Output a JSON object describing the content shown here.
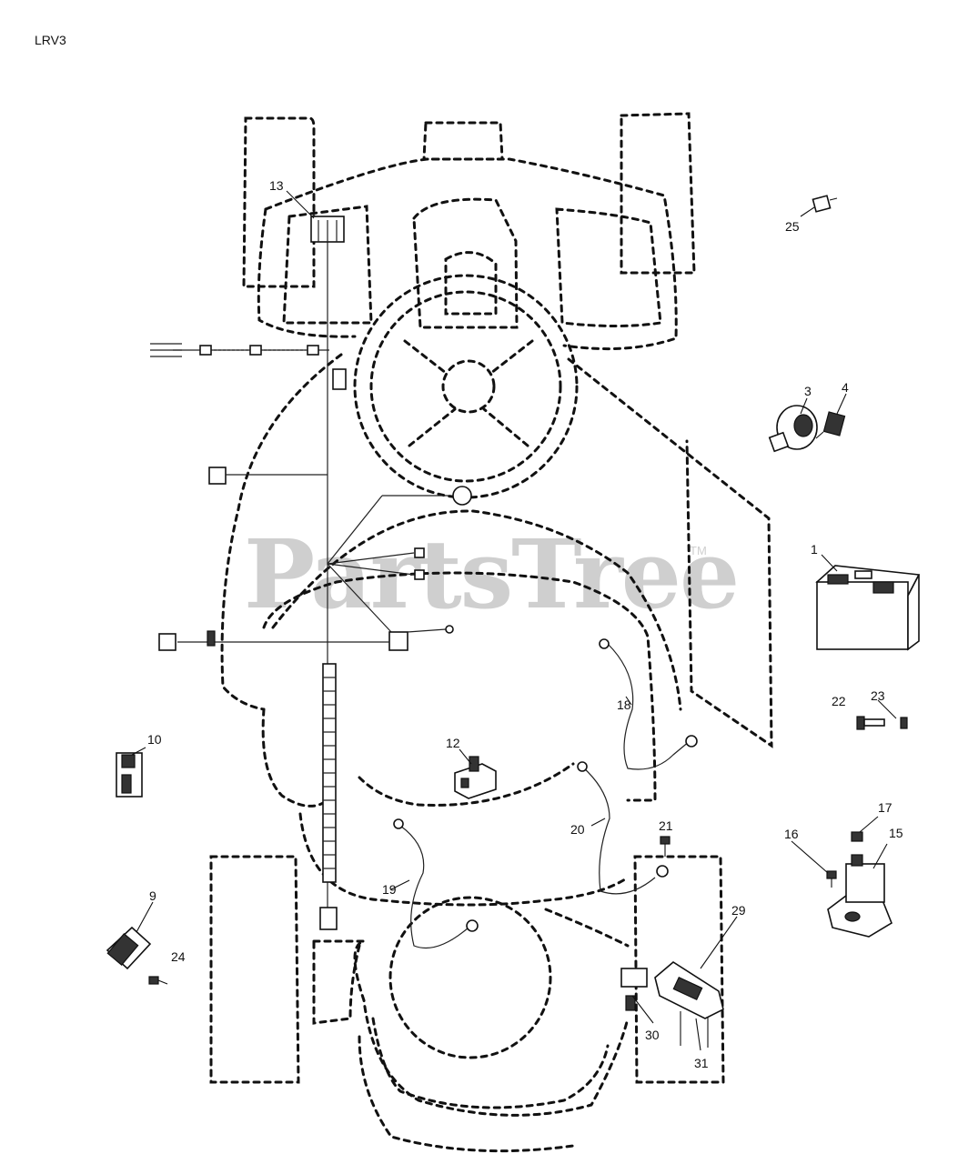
{
  "diagram": {
    "code": "LRV3",
    "watermark": "PartsTree",
    "trademark": "TM",
    "callouts": [
      {
        "id": "c1",
        "label": "1"
      },
      {
        "id": "c3",
        "label": "3"
      },
      {
        "id": "c4",
        "label": "4"
      },
      {
        "id": "c9",
        "label": "9"
      },
      {
        "id": "c10",
        "label": "10"
      },
      {
        "id": "c12",
        "label": "12"
      },
      {
        "id": "c13",
        "label": "13"
      },
      {
        "id": "c15",
        "label": "15"
      },
      {
        "id": "c16",
        "label": "16"
      },
      {
        "id": "c17",
        "label": "17"
      },
      {
        "id": "c18",
        "label": "18"
      },
      {
        "id": "c19",
        "label": "19"
      },
      {
        "id": "c20",
        "label": "20"
      },
      {
        "id": "c21",
        "label": "21"
      },
      {
        "id": "c22",
        "label": "22"
      },
      {
        "id": "c23",
        "label": "23"
      },
      {
        "id": "c24",
        "label": "24"
      },
      {
        "id": "c25",
        "label": "25"
      },
      {
        "id": "c29",
        "label": "29"
      },
      {
        "id": "c30",
        "label": "30"
      },
      {
        "id": "c31",
        "label": "31"
      }
    ]
  }
}
